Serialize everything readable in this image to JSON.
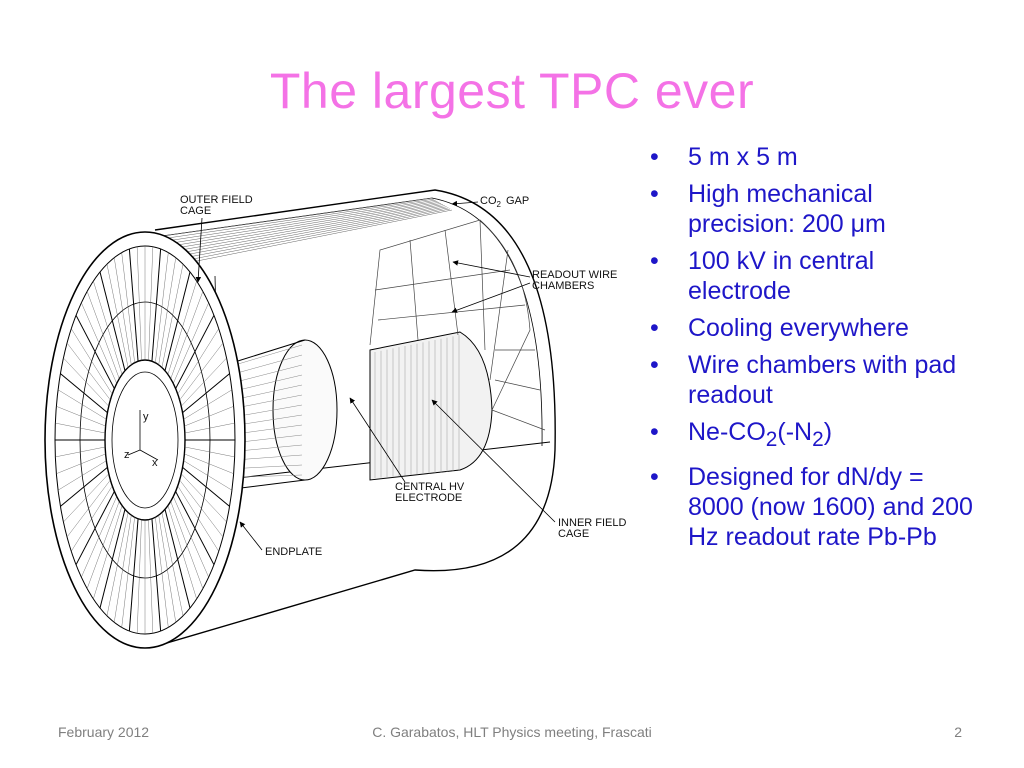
{
  "slide": {
    "title": "The largest TPC ever"
  },
  "diagram": {
    "labels": {
      "outer_field_cage_1": "OUTER FIELD",
      "outer_field_cage_2": "CAGE",
      "co2_gap_co": "CO",
      "co2_gap_sub": "2",
      "co2_gap_gap": "GAP",
      "readout_wire_chambers_1": "READOUT WIRE",
      "readout_wire_chambers_2": "CHAMBERS",
      "central_hv_electrode_1": "CENTRAL HV",
      "central_hv_electrode_2": "ELECTRODE",
      "inner_field_cage_1": "INNER FIELD",
      "inner_field_cage_2": "CAGE",
      "endplate": "ENDPLATE",
      "axis_y": "y",
      "axis_z": "z",
      "axis_x": "x"
    }
  },
  "bullets": {
    "marker": "•",
    "items": [
      {
        "text": "5 m x 5 m"
      },
      {
        "text": "High mechanical precision: 200 μm"
      },
      {
        "text": "100 kV in central electrode"
      },
      {
        "text": "Cooling everywhere"
      },
      {
        "text": "Wire chambers with pad readout"
      },
      {
        "pre": "Ne-CO",
        "sub1": "2",
        "mid": "(-N",
        "sub2": "2",
        "post": ")"
      },
      {
        "text": "Designed for dN/dy = 8000 (now 1600) and 200 Hz readout rate Pb-Pb"
      }
    ]
  },
  "footer": {
    "date": "February 2012",
    "center": "C. Garabatos, HLT Physics meeting, Frascati",
    "page": "2"
  }
}
